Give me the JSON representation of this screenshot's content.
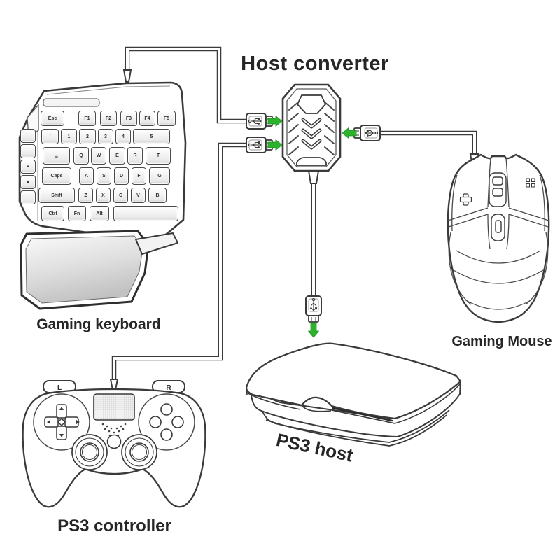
{
  "title": "Host converter",
  "labels": {
    "keyboard": "Gaming keyboard",
    "mouse": "Gaming Mouse",
    "ps3_host": "PS3 host",
    "controller": "PS3 controller"
  },
  "controller": {
    "shoulder_left": "L",
    "shoulder_right": "R"
  },
  "keyboard_keys": {
    "rows": [
      [
        "Esc",
        "F1",
        "F2",
        "F3",
        "F4",
        "F5"
      ],
      [
        "`",
        "1",
        "2",
        "3",
        "4",
        "5"
      ],
      [
        "≡",
        "Q",
        "W",
        "E",
        "R",
        "T"
      ],
      [
        "Caps",
        "A",
        "S",
        "D",
        "F",
        "G"
      ],
      [
        "Shift",
        "Z",
        "X",
        "C",
        "V",
        "B"
      ],
      [
        "Ctrl",
        "Fn",
        "Alt",
        "—"
      ]
    ],
    "side": [
      "",
      "",
      "▲",
      "▲",
      ""
    ]
  },
  "connections": [
    {
      "from": "gaming-keyboard",
      "to": "host-converter",
      "connector": "usb-plug",
      "arrow": "right"
    },
    {
      "from": "ps3-controller",
      "to": "host-converter",
      "connector": "usb-plug",
      "arrow": "right"
    },
    {
      "from": "gaming-mouse",
      "to": "host-converter",
      "connector": "usb-plug",
      "arrow": "left"
    },
    {
      "from": "host-converter",
      "to": "ps3-host",
      "connector": "usb-plug",
      "arrow": "down"
    }
  ],
  "icons": {
    "usb_plug": "usb-plug-icon",
    "arrow_right": "arrow-right-icon",
    "arrow_left": "arrow-left-icon",
    "arrow_down": "arrow-down-icon",
    "chevrons": "chevron-down-icon"
  },
  "colors": {
    "line": "#3a3a3a",
    "arrow_green": "#2cb22c",
    "arrow_green_dark": "#1f8f1f",
    "background": "#ffffff",
    "label_text": "#262626"
  }
}
